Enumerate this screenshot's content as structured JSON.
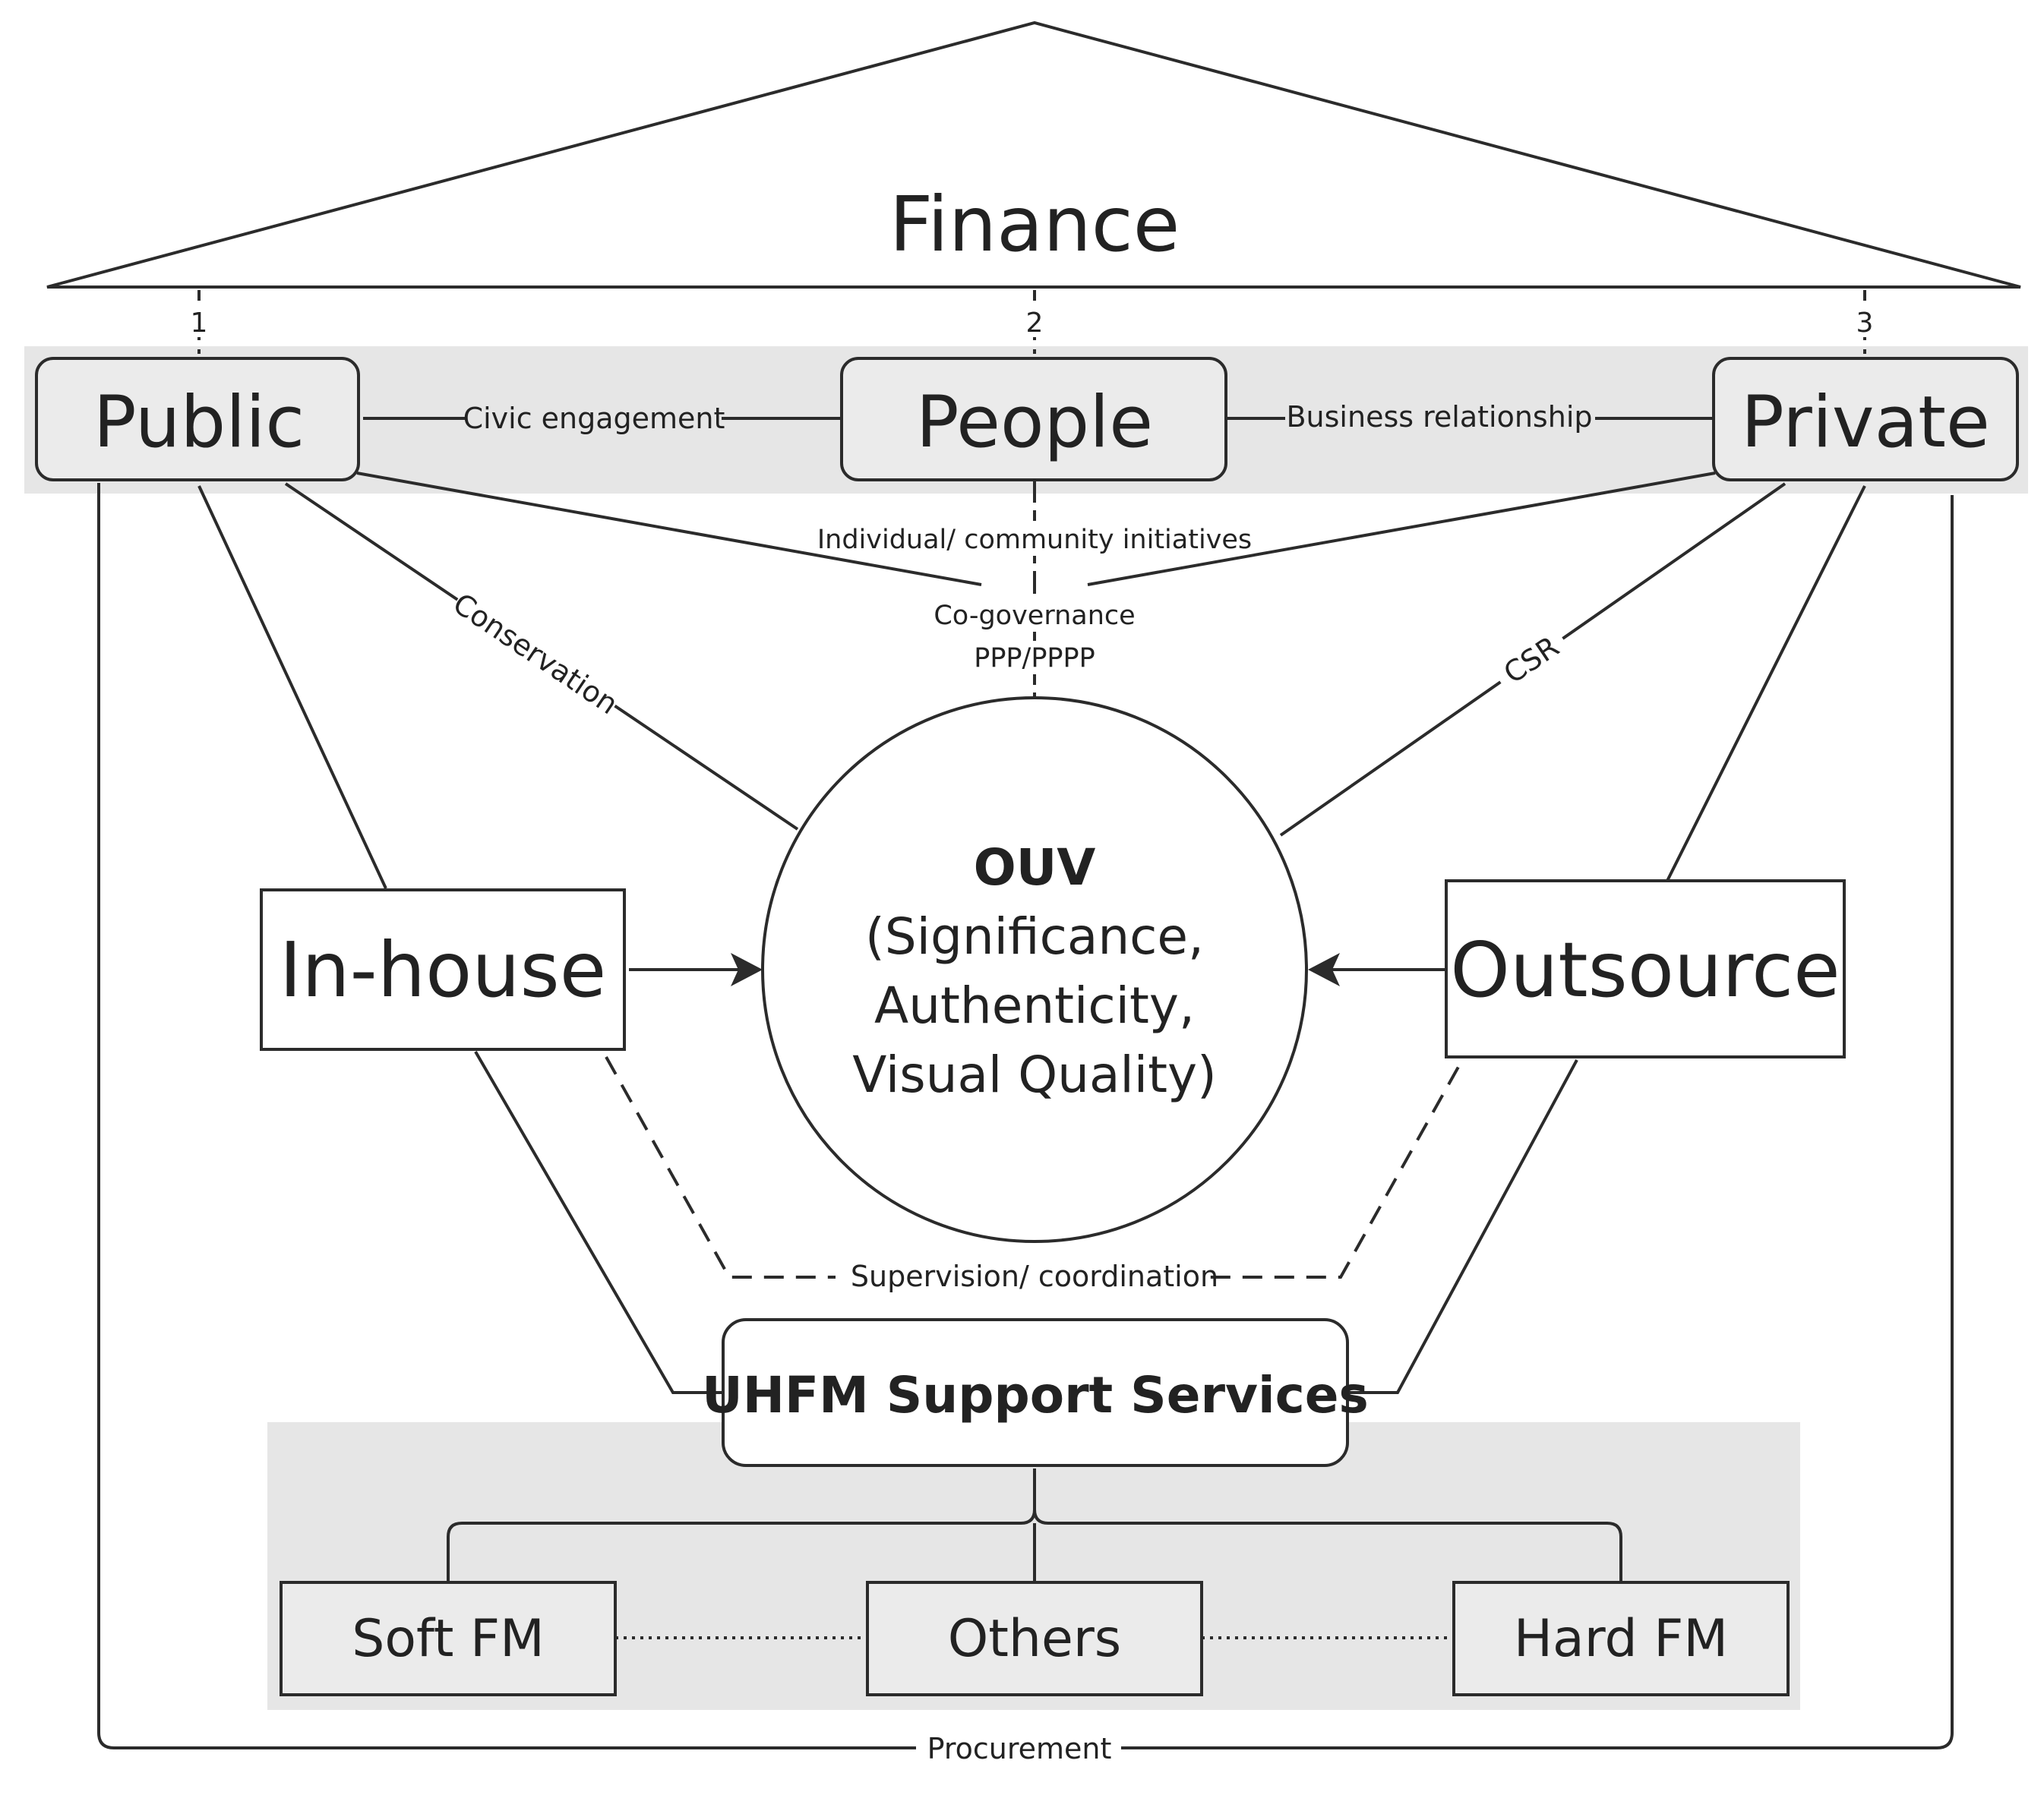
{
  "roof": {
    "label": "Finance"
  },
  "numbers": {
    "n1": "1",
    "n2": "2",
    "n3": "3"
  },
  "top_nodes": {
    "public": "Public",
    "people": "People",
    "private": "Private"
  },
  "top_links": {
    "civic": "Civic engagement",
    "business": "Business relationship",
    "initiatives": "Individual/ community initiatives",
    "cogov": "Co-governance",
    "ppp": "PPP/PPPP",
    "conservation": "Conservation",
    "csr": "CSR"
  },
  "center": {
    "title": "OUV",
    "line1": "(Significance,",
    "line2": "Authenticity,",
    "line3": "Visual Quality)"
  },
  "side_nodes": {
    "inhouse": "In-house",
    "outsource": "Outsource"
  },
  "supervision": "Supervision/ coordination",
  "support": "UHFM Support Services",
  "services": {
    "soft": "Soft FM",
    "others": "Others",
    "hard": "Hard FM"
  },
  "procurement": "Procurement",
  "colors": {
    "line": "#2b2b2b",
    "band": "#e6e6e6",
    "box_fill": "#ebebeb",
    "text": "#222222"
  }
}
